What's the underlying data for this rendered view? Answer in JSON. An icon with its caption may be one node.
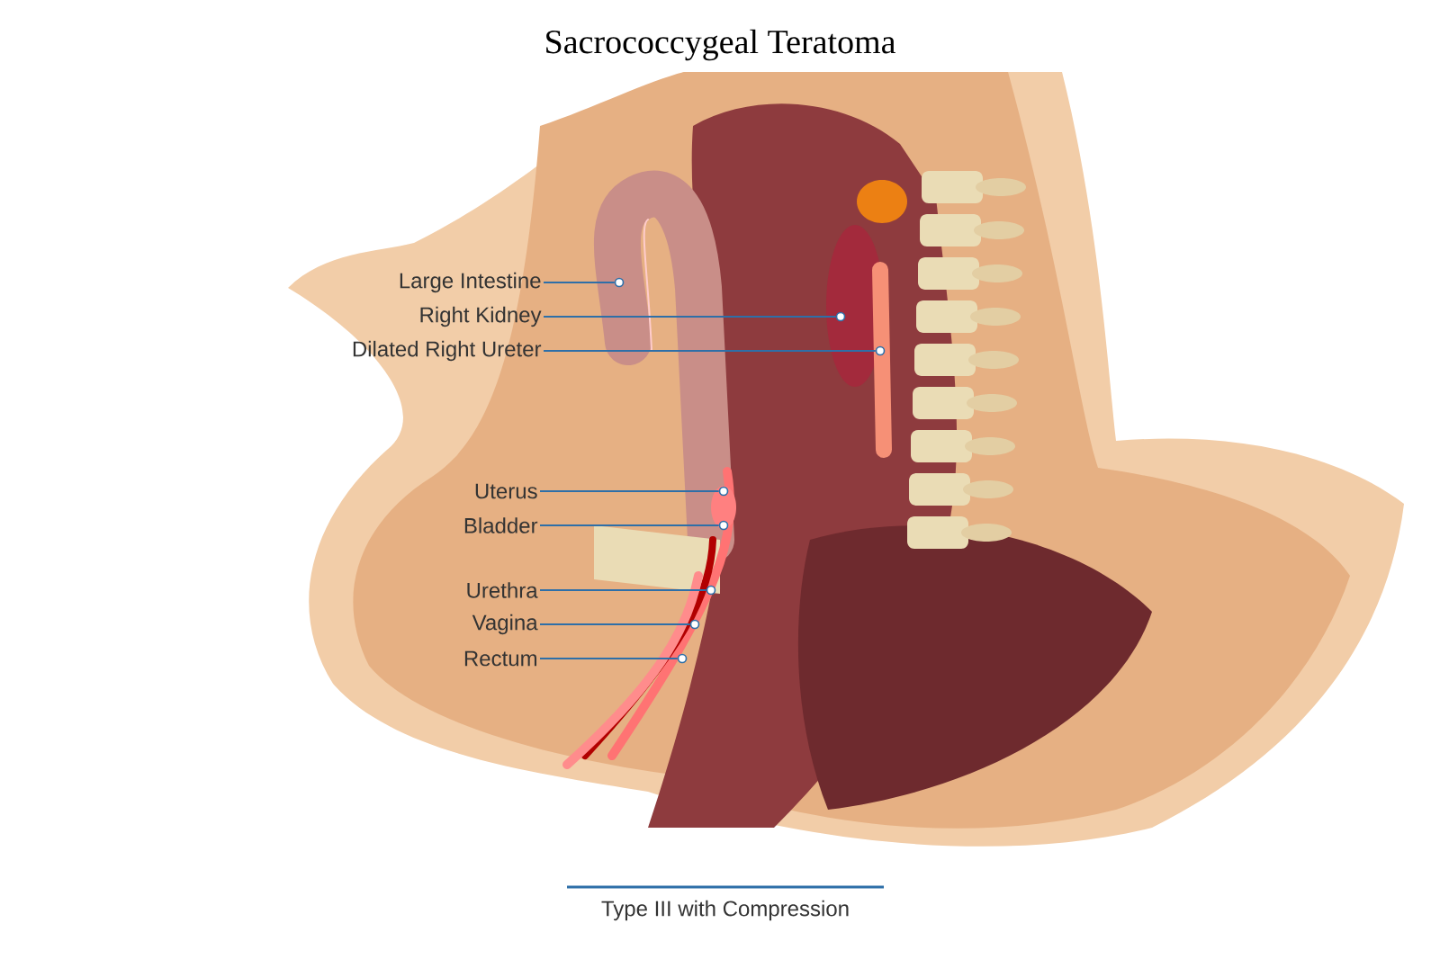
{
  "diagram": {
    "title": "Sacrococcygeal Teratoma",
    "caption": "Type III with Compression",
    "nodes": [
      {
        "text": [
          "Large Intestine"
        ]
      },
      {
        "text": [
          "Right Kidney"
        ]
      },
      {
        "text": [
          "Dilated Right Ureter"
        ]
      },
      {
        "text": [
          "Uterus"
        ]
      },
      {
        "text": [
          "Bladder"
        ]
      },
      {
        "text": [
          "Urethra"
        ]
      },
      {
        "text": [
          "Vagina"
        ]
      },
      {
        "text": [
          "Rectum"
        ]
      },
      {
        "text": [],
        "shape": "circle"
      },
      {
        "text": [],
        "shape": "circle"
      },
      {
        "text": [],
        "shape": "circle"
      },
      {
        "text": [],
        "shape": "circle"
      },
      {
        "text": [],
        "shape": "circle"
      },
      {
        "text": [],
        "shape": "circle"
      },
      {
        "text": [],
        "shape": "circle"
      },
      {
        "text": [],
        "shape": "circle"
      }
    ],
    "edges": [
      {
        "from": 0,
        "to": 8,
        "arrow": "none"
      },
      {
        "from": 1,
        "to": 9,
        "arrow": "none"
      },
      {
        "from": 2,
        "to": 10,
        "arrow": "none"
      },
      {
        "from": 3,
        "to": 11,
        "arrow": "none"
      },
      {
        "from": 4,
        "to": 12,
        "arrow": "none"
      },
      {
        "from": 5,
        "to": 13,
        "arrow": "none"
      },
      {
        "from": 6,
        "to": 14,
        "arrow": "none"
      },
      {
        "from": 7,
        "to": 15,
        "arrow": "none"
      }
    ]
  }
}
